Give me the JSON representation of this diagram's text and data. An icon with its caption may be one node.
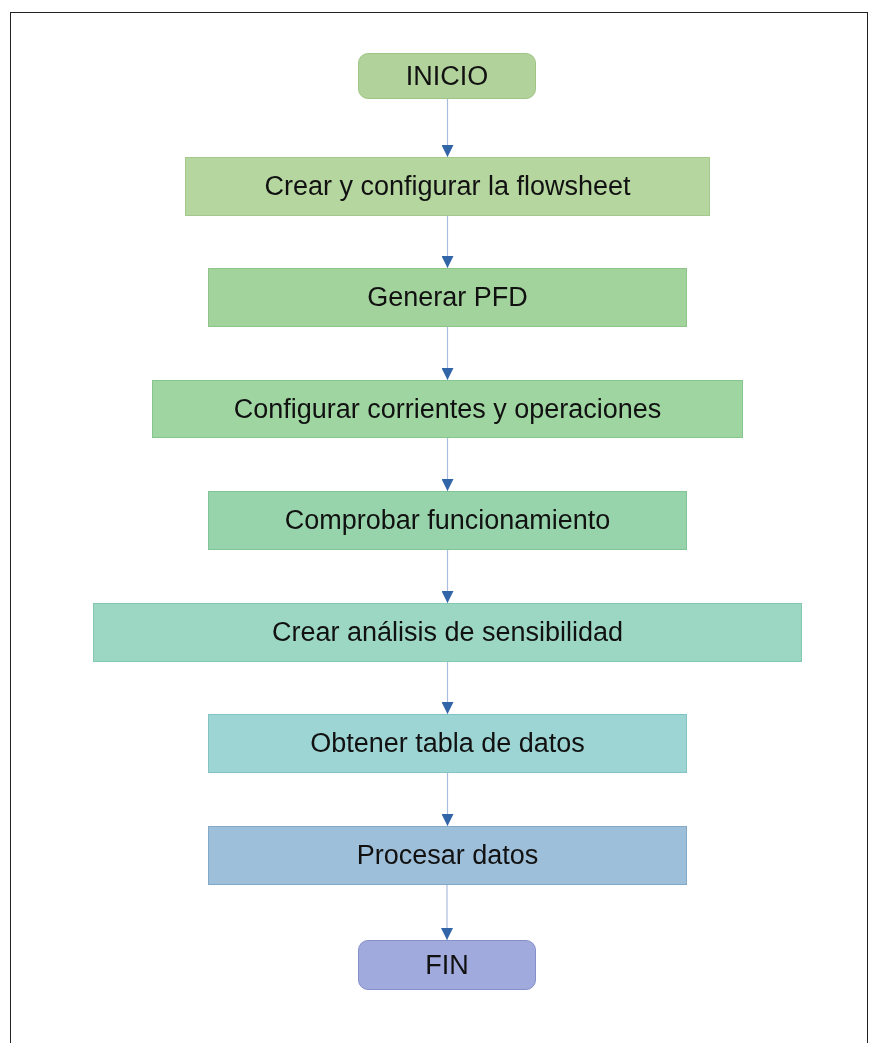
{
  "diagram": {
    "nodes": [
      {
        "text": [
          "INICIO"
        ]
      },
      {
        "text": [
          "Crear y configurar la flowsheet"
        ]
      },
      {
        "text": [
          "Generar PFD"
        ]
      },
      {
        "text": [
          "Configurar corrientes y operaciones"
        ]
      },
      {
        "text": [
          "Comprobar funcionamiento"
        ]
      },
      {
        "text": [
          "Crear análisis de sensibilidad"
        ]
      },
      {
        "text": [
          "Obtener tabla de datos"
        ]
      },
      {
        "text": [
          "Procesar datos"
        ]
      },
      {
        "text": [
          "FIN"
        ]
      }
    ],
    "edges": [
      {
        "from": 0,
        "to": 1,
        "arrow": "to"
      },
      {
        "from": 1,
        "to": 2,
        "arrow": "to"
      },
      {
        "from": 2,
        "to": 3,
        "arrow": "to"
      },
      {
        "from": 3,
        "to": 4,
        "arrow": "to"
      },
      {
        "from": 4,
        "to": 5,
        "arrow": "to"
      },
      {
        "from": 5,
        "to": 6,
        "arrow": "to"
      },
      {
        "from": 6,
        "to": 7,
        "arrow": "to"
      },
      {
        "from": 7,
        "to": 8,
        "arrow": "to"
      }
    ]
  }
}
